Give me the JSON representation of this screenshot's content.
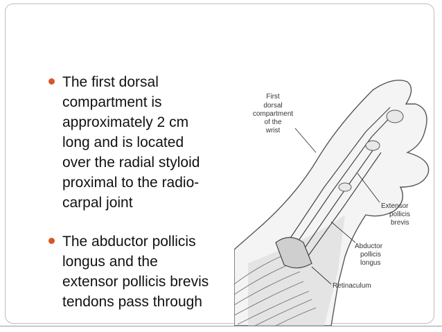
{
  "slide": {
    "bullets": [
      {
        "lines": [
          "The first dorsal",
          "compartment is",
          "approximately 2 cm",
          "long and is located",
          "over the radial styloid",
          "proximal to the radio-",
          "carpal joint"
        ]
      },
      {
        "lines": [
          "The abductor pollicis",
          "longus  and the",
          "extensor pollicis brevis",
          "tendons pass through"
        ]
      }
    ],
    "accent_color": "#d4582a"
  },
  "figure": {
    "labels": {
      "first_dorsal": [
        "First",
        "dorsal",
        "compartment",
        "of the",
        "wrist"
      ],
      "extensor": [
        "Extensor",
        "pollicis",
        "brevis"
      ],
      "abductor": [
        "Abductor",
        "pollicis",
        "longus"
      ],
      "retinaculum": "Retinaculum"
    }
  }
}
